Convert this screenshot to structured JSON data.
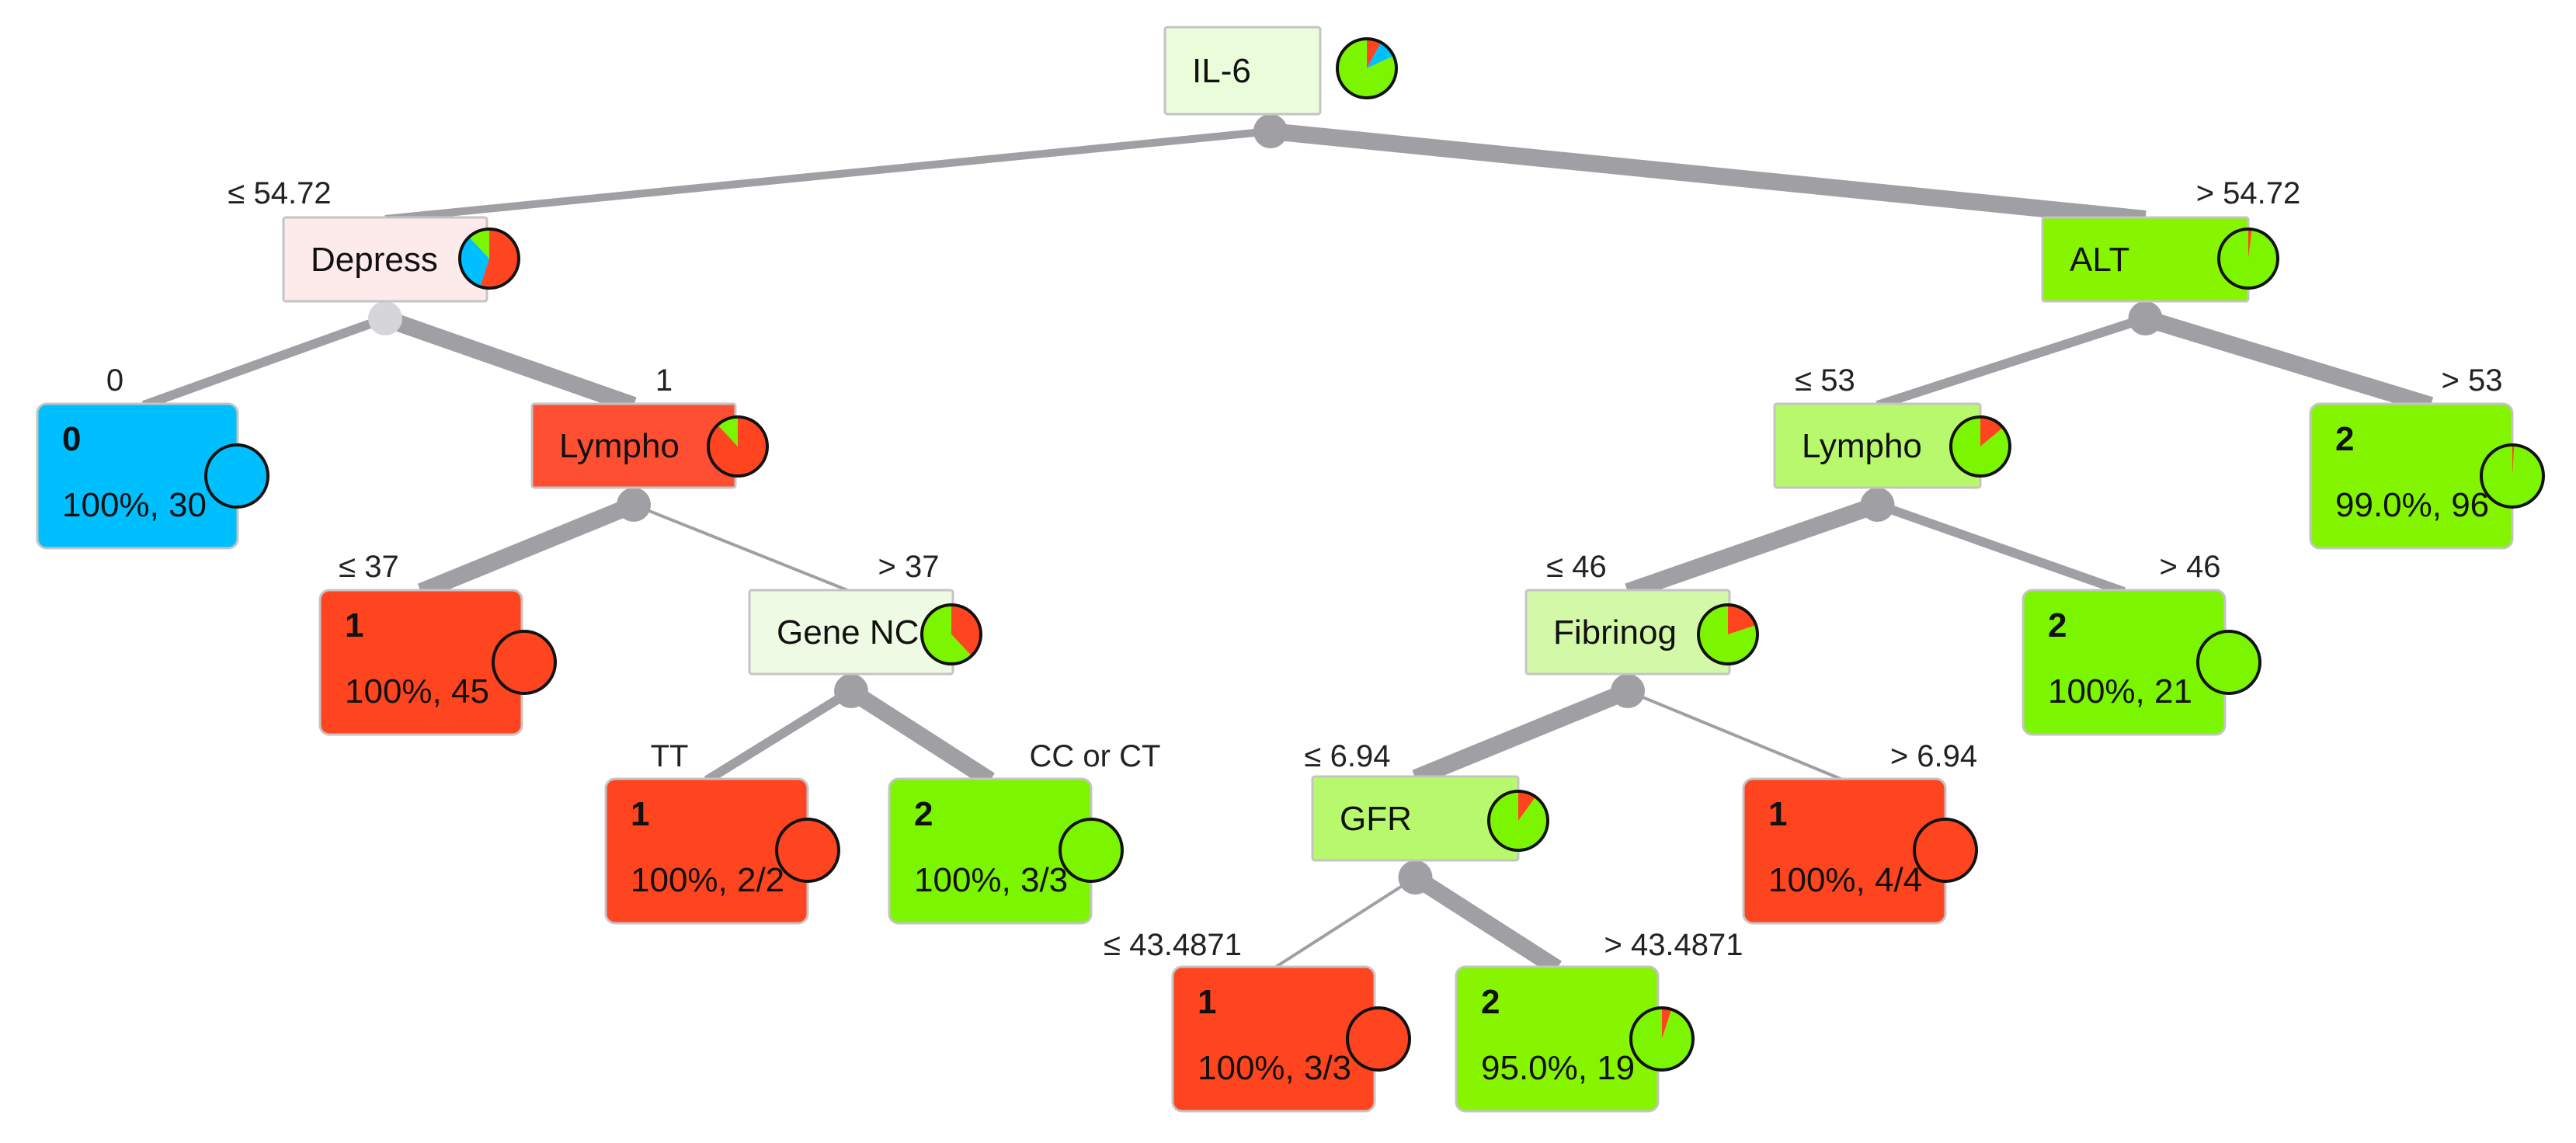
{
  "colors": {
    "class0": "#00bfff",
    "class1": "#ff4520",
    "class2": "#7cf500",
    "edge": "#a0a0a4",
    "junction": "#a0a0a4",
    "junction_light": "#d6d6d8"
  },
  "nodes": [
    {
      "id": "n_il6",
      "type": "split",
      "label": "IL-6",
      "fill": "#eafcd9",
      "pie": [
        0.1,
        0.08,
        0.82
      ]
    },
    {
      "id": "n_depress",
      "type": "split",
      "label": "Depress",
      "fill": "#fdeaea",
      "pie": [
        0.33,
        0.55,
        0.12
      ]
    },
    {
      "id": "n_alt",
      "type": "split",
      "label": "ALT",
      "fill": "#88f500",
      "pie": [
        0.0,
        0.02,
        0.98
      ]
    },
    {
      "id": "n_lympho_l",
      "type": "split",
      "label": "Lympho",
      "fill": "#ff4f33",
      "pie": [
        0.0,
        0.88,
        0.12
      ]
    },
    {
      "id": "n_lympho_r",
      "type": "split",
      "label": "Lympho",
      "fill": "#b8f86c",
      "pie": [
        0.0,
        0.14,
        0.86
      ]
    },
    {
      "id": "n_gene",
      "type": "split",
      "label": "Gene NC",
      "fill": "#eefae3",
      "pie": [
        0.0,
        0.38,
        0.62
      ]
    },
    {
      "id": "n_fibrinog",
      "type": "split",
      "label": "Fibrinog",
      "fill": "#d3f9a8",
      "pie": [
        0.0,
        0.2,
        0.8
      ]
    },
    {
      "id": "n_gfr",
      "type": "split",
      "label": "GFR",
      "fill": "#b8f86c",
      "pie": [
        0.0,
        0.1,
        0.9
      ]
    },
    {
      "id": "l_0",
      "type": "leaf",
      "cls": "0",
      "stat": "100%, 30",
      "fill": "#00bfff",
      "pie": [
        1,
        0,
        0
      ]
    },
    {
      "id": "l_1a",
      "type": "leaf",
      "cls": "1",
      "stat": "100%, 45",
      "fill": "#ff4520",
      "pie": [
        0,
        1,
        0
      ]
    },
    {
      "id": "l_1b",
      "type": "leaf",
      "cls": "1",
      "stat": "100%, 2/2",
      "fill": "#ff4520",
      "pie": [
        0,
        1,
        0
      ]
    },
    {
      "id": "l_2a",
      "type": "leaf",
      "cls": "2",
      "stat": "100%, 3/3",
      "fill": "#7cf500",
      "pie": [
        0,
        0,
        1
      ]
    },
    {
      "id": "l_1c",
      "type": "leaf",
      "cls": "1",
      "stat": "100%, 3/3",
      "fill": "#ff4520",
      "pie": [
        0,
        1,
        0
      ]
    },
    {
      "id": "l_2b",
      "type": "leaf",
      "cls": "2",
      "stat": "95.0%, 19",
      "fill": "#88f500",
      "pie": [
        0,
        0.05,
        0.95
      ]
    },
    {
      "id": "l_1d",
      "type": "leaf",
      "cls": "1",
      "stat": "100%, 4/4",
      "fill": "#ff4520",
      "pie": [
        0,
        1,
        0
      ]
    },
    {
      "id": "l_2c",
      "type": "leaf",
      "cls": "2",
      "stat": "100%, 21",
      "fill": "#7cf500",
      "pie": [
        0,
        0,
        1
      ]
    },
    {
      "id": "l_2d",
      "type": "leaf",
      "cls": "2",
      "stat": "99.0%, 96",
      "fill": "#84f500",
      "pie": [
        0,
        0.01,
        0.99
      ]
    }
  ],
  "edges": [
    {
      "id": "e1",
      "from": "n_il6",
      "to": "n_depress",
      "label": "≤ 54.72",
      "weight": "thin"
    },
    {
      "id": "e2",
      "from": "n_il6",
      "to": "n_alt",
      "label": "> 54.72",
      "weight": "heavy"
    },
    {
      "id": "e3",
      "from": "n_depress",
      "to": "l_0",
      "label": "0",
      "weight": "mid"
    },
    {
      "id": "e4",
      "from": "n_depress",
      "to": "n_lympho_l",
      "label": "1",
      "weight": "heavy"
    },
    {
      "id": "e5",
      "from": "n_lympho_l",
      "to": "l_1a",
      "label": "≤ 37",
      "weight": "heavy"
    },
    {
      "id": "e6",
      "from": "n_lympho_l",
      "to": "n_gene",
      "label": "> 37",
      "weight": "hair"
    },
    {
      "id": "e7",
      "from": "n_gene",
      "to": "l_1b",
      "label": "TT",
      "weight": "mid"
    },
    {
      "id": "e8",
      "from": "n_gene",
      "to": "l_2a",
      "label": "CC or CT",
      "weight": "heavy"
    },
    {
      "id": "e9",
      "from": "n_alt",
      "to": "n_lympho_r",
      "label": "≤ 53",
      "weight": "mid"
    },
    {
      "id": "e10",
      "from": "n_alt",
      "to": "l_2d",
      "label": "> 53",
      "weight": "heavy"
    },
    {
      "id": "e11",
      "from": "n_lympho_r",
      "to": "n_fibrinog",
      "label": "≤ 46",
      "weight": "heavy"
    },
    {
      "id": "e12",
      "from": "n_lympho_r",
      "to": "l_2c",
      "label": "> 46",
      "weight": "mid"
    },
    {
      "id": "e13",
      "from": "n_fibrinog",
      "to": "n_gfr",
      "label": "≤ 6.94",
      "weight": "heavy"
    },
    {
      "id": "e14",
      "from": "n_fibrinog",
      "to": "l_1d",
      "label": "> 6.94",
      "weight": "hair"
    },
    {
      "id": "e15",
      "from": "n_gfr",
      "to": "l_1c",
      "label": "≤ 43.4871",
      "weight": "hair"
    },
    {
      "id": "e16",
      "from": "n_gfr",
      "to": "l_2b",
      "label": "> 43.4871",
      "weight": "heavy"
    }
  ]
}
